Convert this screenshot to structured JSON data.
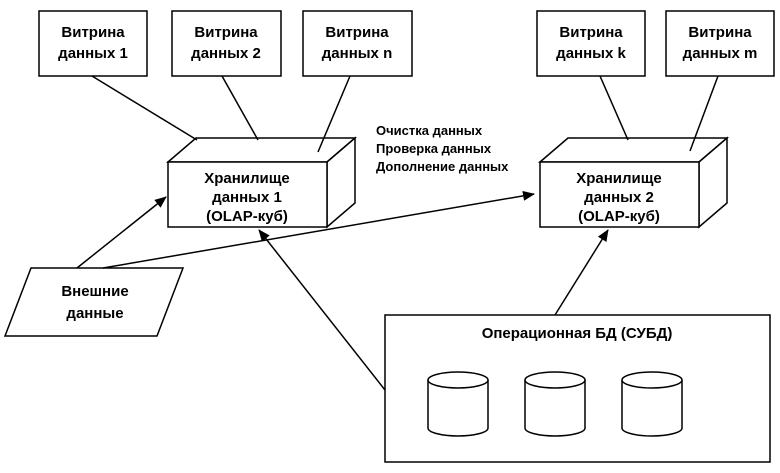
{
  "marts": [
    {
      "id": "mart-1",
      "lines": [
        "Витрина",
        "данных 1"
      ]
    },
    {
      "id": "mart-2",
      "lines": [
        "Витрина",
        "данных 2"
      ]
    },
    {
      "id": "mart-n",
      "lines": [
        "Витрина",
        "данных n"
      ]
    },
    {
      "id": "mart-k",
      "lines": [
        "Витрина",
        "данных k"
      ]
    },
    {
      "id": "mart-m",
      "lines": [
        "Витрина",
        "данных m"
      ]
    }
  ],
  "warehouses": [
    {
      "id": "warehouse-1",
      "lines": [
        "Хранилище",
        "данных 1",
        "(OLAP-куб)"
      ]
    },
    {
      "id": "warehouse-2",
      "lines": [
        "Хранилище",
        "данных 2",
        "(OLAP-куб)"
      ]
    }
  ],
  "external_data": {
    "lines": [
      "Внешние",
      "данные"
    ]
  },
  "operational_db": {
    "title": "Операционная БД (СУБД)",
    "cylinder_count": 3
  },
  "process_notes": [
    "Очистка данных",
    "Проверка данных",
    "Дополнение данных"
  ]
}
